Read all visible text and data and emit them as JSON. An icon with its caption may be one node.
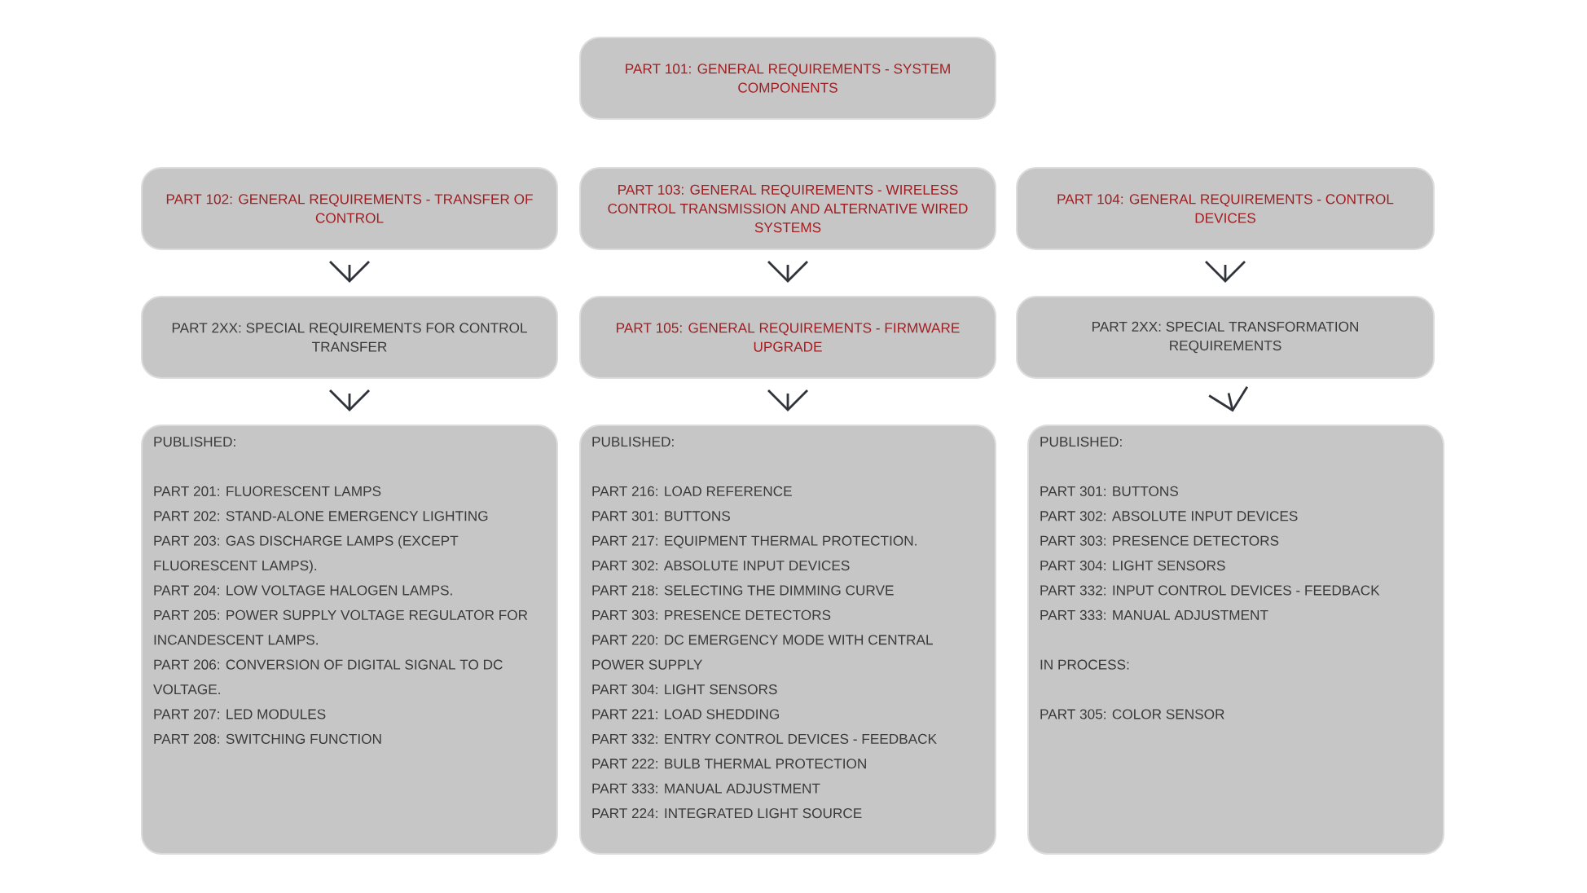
{
  "diagram": {
    "nodes": [
      {
        "text": [
          "PART 101: GENERAL REQUIREMENTS - SYSTEM COMPONENTS"
        ]
      },
      {
        "text": [
          "PART 102: GENERAL REQUIREMENTS - TRANSFER OF CONTROL"
        ]
      },
      {
        "text": [
          "PART 103: GENERAL REQUIREMENTS - WIRELESS CONTROL TRANSMISSION AND ALTERNATIVE WIRED SYSTEMS"
        ]
      },
      {
        "text": [
          "PART 104: GENERAL REQUIREMENTS - CONTROL DEVICES"
        ]
      },
      {
        "text": [
          "PART 2XX: SPECIAL REQUIREMENTS FOR CONTROL TRANSFER"
        ]
      },
      {
        "text": [
          "PART 105: GENERAL REQUIREMENTS - FIRMWARE UPGRADE"
        ]
      },
      {
        "text": [
          "PART 2XX: SPECIAL TRANSFORMATION REQUIREMENTS"
        ]
      },
      {
        "text": [
          "PUBLISHED:",
          "PART 201: FLUORESCENT LAMPS",
          "PART 202: STAND-ALONE EMERGENCY LIGHTING",
          "PART 203: GAS DISCHARGE LAMPS (EXCEPT FLUORESCENT LAMPS).",
          "PART 204: LOW VOLTAGE HALOGEN LAMPS.",
          "PART 205: POWER SUPPLY VOLTAGE REGULATOR FOR INCANDESCENT LAMPS.",
          "PART 206: CONVERSION OF DIGITAL SIGNAL TO DC VOLTAGE.",
          "PART 207: LED MODULES",
          "PART 208: SWITCHING FUNCTION"
        ]
      },
      {
        "text": [
          "PUBLISHED:",
          "PART 216: LOAD REFERENCE",
          "PART 301: BUTTONS",
          "PART 217: EQUIPMENT THERMAL PROTECTION.",
          "PART 302: ABSOLUTE INPUT DEVICES",
          "PART 218: SELECTING THE DIMMING CURVE",
          "PART 303: PRESENCE DETECTORS",
          "PART 220: DC EMERGENCY MODE WITH CENTRAL POWER SUPPLY",
          "PART 304: LIGHT SENSORS",
          "PART 221: LOAD SHEDDING",
          "PART 332: ENTRY CONTROL DEVICES - FEEDBACK",
          "PART 222: BULB THERMAL PROTECTION",
          "PART 333: MANUAL ADJUSTMENT",
          "PART 224: INTEGRATED LIGHT SOURCE"
        ]
      },
      {
        "text": [
          "PUBLISHED:",
          "PART 301: BUTTONS",
          "PART 302: ABSOLUTE INPUT DEVICES",
          "PART 303: PRESENCE DETECTORS",
          "PART 304: LIGHT SENSORS",
          "PART 332: INPUT CONTROL DEVICES - FEEDBACK",
          "PART 333: MANUAL ADJUSTMENT",
          "IN PROCESS:",
          "PART 305: COLOR SENSOR"
        ]
      }
    ],
    "edges": [
      {
        "from": 1,
        "to": 4,
        "arrow": "to"
      },
      {
        "from": 2,
        "to": 5,
        "arrow": "to"
      },
      {
        "from": 3,
        "to": 6,
        "arrow": "to"
      },
      {
        "from": 4,
        "to": 7,
        "arrow": "to"
      },
      {
        "from": 5,
        "to": 8,
        "arrow": "to"
      },
      {
        "from": 6,
        "to": 9,
        "arrow": "to"
      }
    ]
  }
}
